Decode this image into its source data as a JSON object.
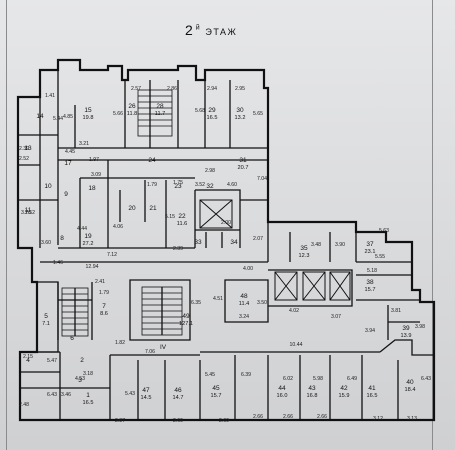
{
  "title": {
    "floor_number": "2",
    "floor_sup": "й",
    "floor_word": "ЭТАЖ"
  },
  "rooms": [
    {
      "id": "1",
      "no": "1",
      "area": "16.5"
    },
    {
      "id": "2",
      "no": "2",
      "area": ""
    },
    {
      "id": "3",
      "no": "3",
      "area": ""
    },
    {
      "id": "4",
      "no": "4",
      "area": ""
    },
    {
      "id": "5",
      "no": "5",
      "area": "7.1"
    },
    {
      "id": "6",
      "no": "6",
      "area": ""
    },
    {
      "id": "7",
      "no": "7",
      "area": "8.6"
    },
    {
      "id": "8",
      "no": "8",
      "area": ""
    },
    {
      "id": "9",
      "no": "9",
      "area": ""
    },
    {
      "id": "10",
      "no": "10",
      "area": ""
    },
    {
      "id": "11",
      "no": "11",
      "area": ""
    },
    {
      "id": "13",
      "no": "13",
      "area": ""
    },
    {
      "id": "14",
      "no": "14",
      "area": ""
    },
    {
      "id": "15",
      "no": "15",
      "area": "19.8"
    },
    {
      "id": "17",
      "no": "17",
      "area": ""
    },
    {
      "id": "18",
      "no": "18",
      "area": ""
    },
    {
      "id": "19",
      "no": "19",
      "area": "27.2"
    },
    {
      "id": "20",
      "no": "20",
      "area": ""
    },
    {
      "id": "21",
      "no": "21",
      "area": ""
    },
    {
      "id": "22",
      "no": "22",
      "area": "11.6"
    },
    {
      "id": "23",
      "no": "23",
      "area": ""
    },
    {
      "id": "24",
      "no": "24",
      "area": ""
    },
    {
      "id": "26",
      "no": "26",
      "area": "11.8"
    },
    {
      "id": "28",
      "no": "28",
      "area": "11.7"
    },
    {
      "id": "29",
      "no": "29",
      "area": "16.5"
    },
    {
      "id": "30",
      "no": "30",
      "area": "13.2"
    },
    {
      "id": "31",
      "no": "31",
      "area": "20.7"
    },
    {
      "id": "32",
      "no": "32",
      "area": ""
    },
    {
      "id": "33",
      "no": "33",
      "area": ""
    },
    {
      "id": "34",
      "no": "34",
      "area": ""
    },
    {
      "id": "35",
      "no": "35",
      "area": "12.3"
    },
    {
      "id": "37",
      "no": "37",
      "area": "23.1"
    },
    {
      "id": "38",
      "no": "38",
      "area": "15.7"
    },
    {
      "id": "39",
      "no": "39",
      "area": "13.9"
    },
    {
      "id": "40",
      "no": "40",
      "area": "18.4"
    },
    {
      "id": "41",
      "no": "41",
      "area": "16.5"
    },
    {
      "id": "42",
      "no": "42",
      "area": "15.9"
    },
    {
      "id": "43",
      "no": "43",
      "area": "16.8"
    },
    {
      "id": "44",
      "no": "44",
      "area": "16.0"
    },
    {
      "id": "45",
      "no": "45",
      "area": "15.7"
    },
    {
      "id": "46",
      "no": "46",
      "area": "14.7"
    },
    {
      "id": "47",
      "no": "47",
      "area": "14.5"
    },
    {
      "id": "48",
      "no": "48",
      "area": "11.4"
    },
    {
      "id": "49",
      "no": "49",
      "area": "127.1"
    }
  ],
  "stair_label": "IV",
  "dimensions": [
    "1.41",
    "5.44",
    "4.85",
    "2.57",
    "2.86",
    "2.94",
    "2.95",
    "5.66",
    "5.68",
    "5.65",
    "2.39",
    "2.52",
    "3.21",
    "4.45",
    "3.09",
    "1.97",
    "1.79",
    "1.75",
    "3.52",
    "2.98",
    "4.60",
    "7.04",
    "2.52",
    "3.76",
    "4.44",
    "4.06",
    "5.15",
    "2.39",
    "2.00",
    "2.07",
    "3.60",
    "7.12",
    "12.94",
    "3.48",
    "3.90",
    "5.63",
    "5.55",
    "5.18",
    "4.00",
    "4.51",
    "1.79",
    "6.35",
    "3.50",
    "3.24",
    "4.02",
    "3.07",
    "3.81",
    "3.94",
    "3.98",
    "2.15",
    "5.47",
    "7.06",
    "10.44",
    "3.18",
    "4.53",
    "3.46",
    "6.43",
    "2.48",
    "5.43",
    "6.39",
    "5.45",
    "6.02",
    "5.98",
    "6.49",
    "6.43",
    "2.87",
    "2.69",
    "2.69",
    "2.66",
    "2.66",
    "2.66",
    "3.12",
    "3.13",
    "1.82",
    "1.46",
    "2.41"
  ]
}
